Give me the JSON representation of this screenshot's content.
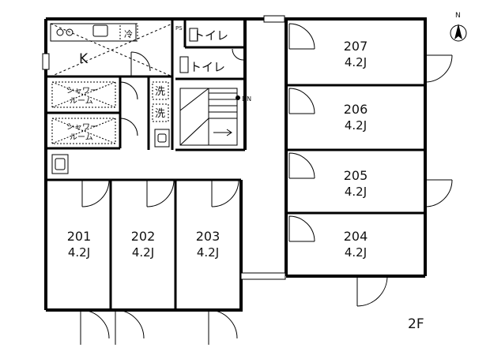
{
  "floor_label": "2F",
  "north_label": "N",
  "stair_label": "DN",
  "kitchen_label": "K",
  "refrigerator_label": "冷",
  "ps_label": "PS",
  "toilet_labels": [
    "トイレ",
    "トイレ"
  ],
  "laundry_labels": [
    "洗",
    "洗"
  ],
  "shower_labels": [
    {
      "line1": "シャワー",
      "line2": "ルーム"
    },
    {
      "line1": "シャワー",
      "line2": "ルーム"
    }
  ],
  "rooms": [
    {
      "id": "207",
      "size": "4.2J"
    },
    {
      "id": "206",
      "size": "4.2J"
    },
    {
      "id": "205",
      "size": "4.2J"
    },
    {
      "id": "204",
      "size": "4.2J"
    },
    {
      "id": "201",
      "size": "4.2J"
    },
    {
      "id": "202",
      "size": "4.2J"
    },
    {
      "id": "203",
      "size": "4.2J"
    }
  ]
}
